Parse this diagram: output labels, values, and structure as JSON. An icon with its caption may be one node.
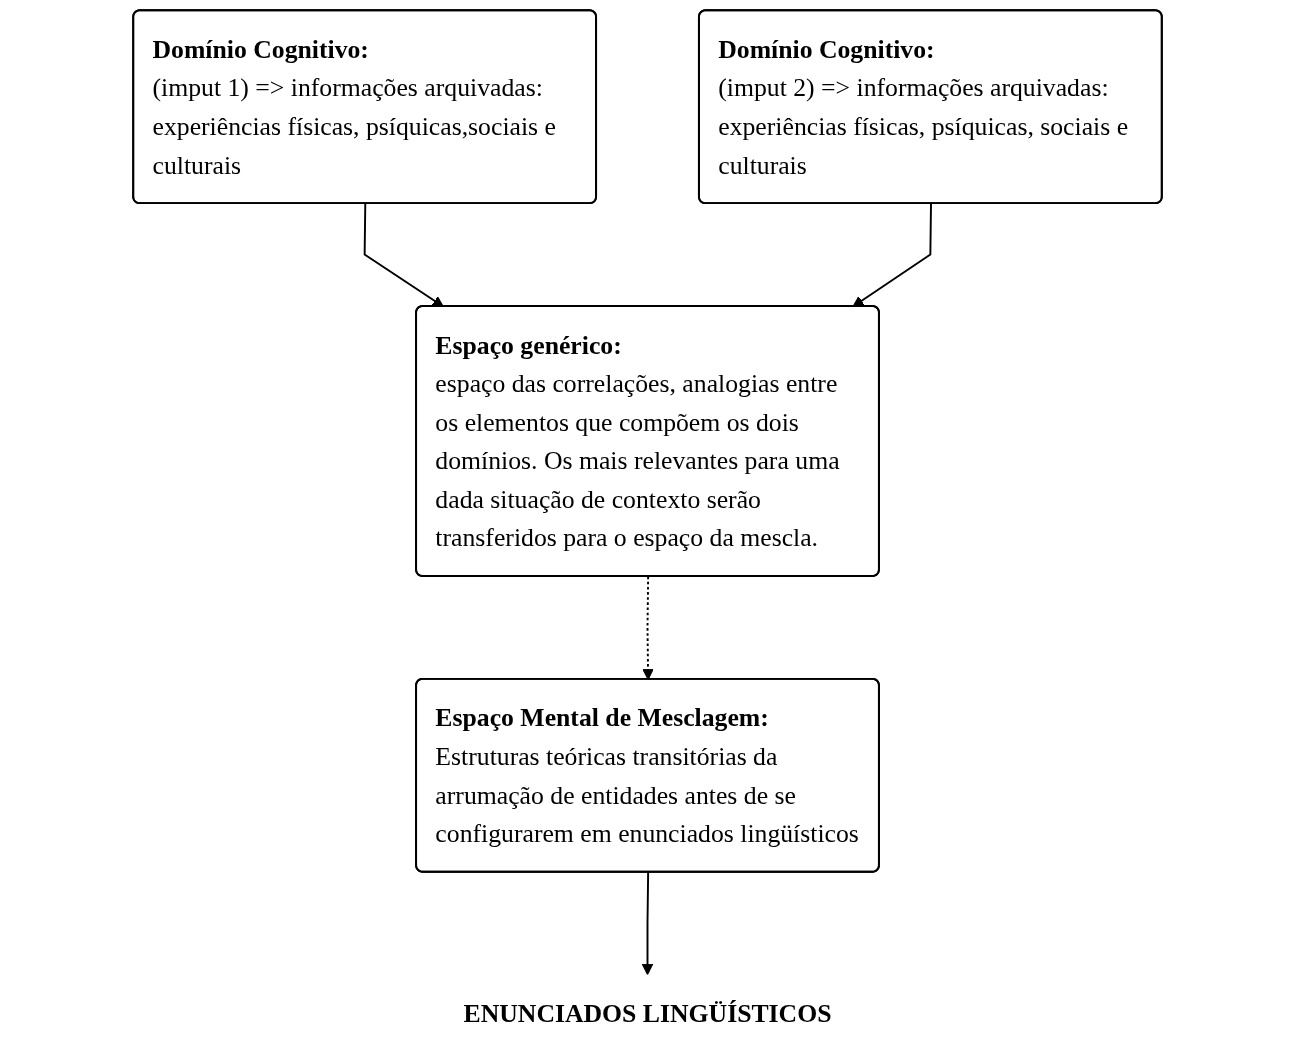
{
  "diagram": {
    "nodes": [
      {
        "text": [
          "Espaço genérico:",
          "espaço das correlações, analogias entre os elementos que compõem os dois domínios. Os mais relevantes para uma dada situação de contexto serão transferidos para o espaço da mescla."
        ]
      },
      {
        "text": [
          "Domínio Cognitivo:",
          "(imput 1) => informações arquivadas: experiências físicas, psíquicas,sociais e culturais"
        ]
      },
      {
        "text": [
          "Domínio Cognitivo:",
          "(imput 2) => informações arquivadas: experiências físicas, psíquicas, sociais e culturais"
        ]
      },
      {
        "text": [
          "Espaço Mental de Mesclagem:",
          "Estruturas teóricas transitórias da arrumação de entidades antes de se configurarem em enunciados lingüísticos"
        ]
      },
      {
        "text": [
          "ENUNCIADOS LINGÜÍSTICOS"
        ]
      }
    ],
    "edges": [
      {
        "from": 1,
        "to": 0,
        "arrow": "to"
      },
      {
        "from": 2,
        "to": 0,
        "arrow": "to"
      },
      {
        "from": 0,
        "to": 3,
        "arrow": "to",
        "style": "dashed"
      },
      {
        "from": 3,
        "to": 4,
        "arrow": "to"
      }
    ]
  }
}
